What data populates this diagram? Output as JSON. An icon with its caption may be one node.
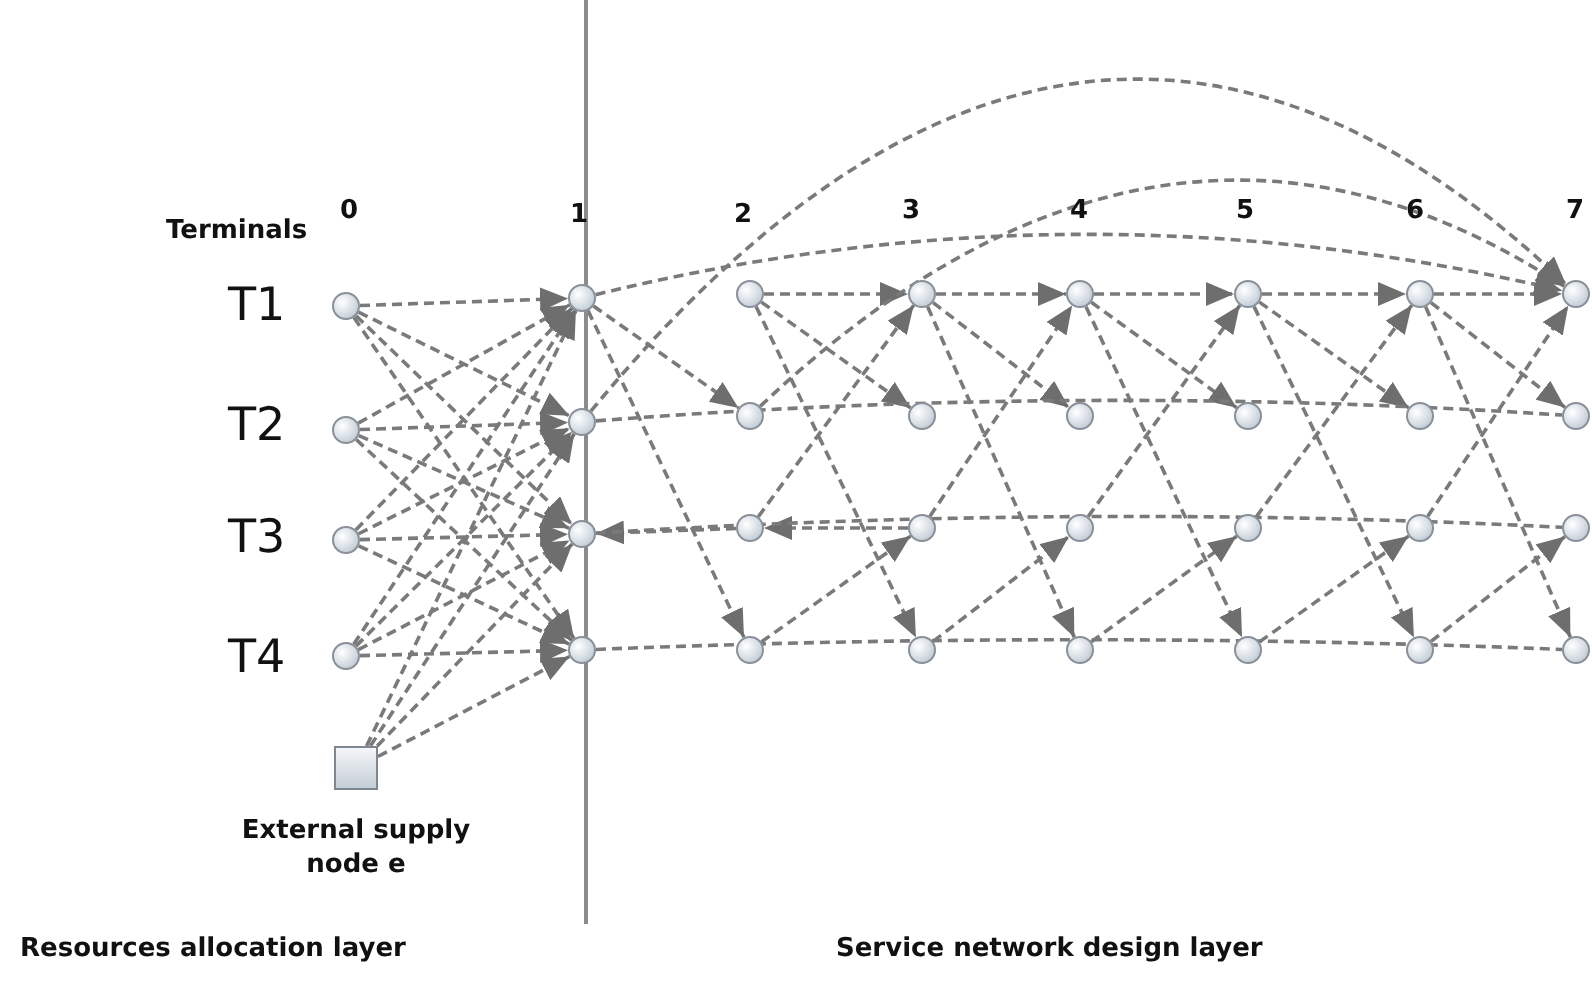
{
  "diagram": {
    "nodes": [
      {
        "text": [],
        "shape": "circle"
      },
      {
        "text": [],
        "shape": "circle"
      },
      {
        "text": [],
        "shape": "circle"
      },
      {
        "text": [],
        "shape": "circle"
      },
      {
        "text": [],
        "shape": "circle"
      },
      {
        "text": [],
        "shape": "circle"
      },
      {
        "text": [],
        "shape": "circle"
      },
      {
        "text": [],
        "shape": "circle"
      },
      {
        "text": [],
        "shape": "circle"
      },
      {
        "text": [],
        "shape": "circle"
      },
      {
        "text": [],
        "shape": "circle"
      },
      {
        "text": [],
        "shape": "circle"
      },
      {
        "text": [],
        "shape": "circle"
      },
      {
        "text": [],
        "shape": "circle"
      },
      {
        "text": [],
        "shape": "circle"
      },
      {
        "text": [],
        "shape": "circle"
      },
      {
        "text": [],
        "shape": "circle"
      },
      {
        "text": [],
        "shape": "circle"
      },
      {
        "text": [],
        "shape": "circle"
      },
      {
        "text": [],
        "shape": "circle"
      },
      {
        "text": [],
        "shape": "circle"
      },
      {
        "text": [],
        "shape": "circle"
      },
      {
        "text": [],
        "shape": "circle"
      },
      {
        "text": [],
        "shape": "circle"
      },
      {
        "text": [],
        "shape": "circle"
      },
      {
        "text": [],
        "shape": "circle"
      },
      {
        "text": [],
        "shape": "circle"
      },
      {
        "text": [],
        "shape": "circle"
      },
      {
        "text": [],
        "shape": "circle"
      },
      {
        "text": [],
        "shape": "circle"
      },
      {
        "text": [],
        "shape": "circle"
      },
      {
        "text": [],
        "shape": "circle"
      },
      {
        "text": [],
        "shape": "box",
        "beside": [
          "External supply node e"
        ]
      }
    ],
    "edges": [
      {
        "from": 0,
        "to": 4,
        "arrow": "to"
      },
      {
        "from": 0,
        "to": 5,
        "arrow": "to"
      },
      {
        "from": 0,
        "to": 6,
        "arrow": "to"
      },
      {
        "from": 0,
        "to": 7,
        "arrow": "to"
      },
      {
        "from": 1,
        "to": 4,
        "arrow": "to"
      },
      {
        "from": 1,
        "to": 5,
        "arrow": "to"
      },
      {
        "from": 1,
        "to": 6,
        "arrow": "to"
      },
      {
        "from": 1,
        "to": 7,
        "arrow": "to"
      },
      {
        "from": 2,
        "to": 4,
        "arrow": "to"
      },
      {
        "from": 2,
        "to": 5,
        "arrow": "to"
      },
      {
        "from": 2,
        "to": 6,
        "arrow": "to"
      },
      {
        "from": 2,
        "to": 7,
        "arrow": "to"
      },
      {
        "from": 3,
        "to": 4,
        "arrow": "to"
      },
      {
        "from": 3,
        "to": 5,
        "arrow": "to"
      },
      {
        "from": 3,
        "to": 6,
        "arrow": "to"
      },
      {
        "from": 3,
        "to": 7,
        "arrow": "to"
      },
      {
        "from": 32,
        "to": 4,
        "arrow": "to"
      },
      {
        "from": 32,
        "to": 5,
        "arrow": "to"
      },
      {
        "from": 32,
        "to": 6,
        "arrow": "to"
      },
      {
        "from": 32,
        "to": 7,
        "arrow": "to"
      },
      {
        "from": 8,
        "to": 12,
        "arrow": "to"
      },
      {
        "from": 12,
        "to": 16,
        "arrow": "to"
      },
      {
        "from": 16,
        "to": 20,
        "arrow": "to"
      },
      {
        "from": 20,
        "to": 24,
        "arrow": "to"
      },
      {
        "from": 24,
        "to": 28,
        "arrow": "to"
      },
      {
        "from": 4,
        "to": 28,
        "arrow": "to"
      },
      {
        "from": 5,
        "to": 28,
        "arrow": "to"
      },
      {
        "from": 9,
        "to": 28,
        "arrow": "to"
      },
      {
        "from": 4,
        "to": 9,
        "arrow": "to"
      },
      {
        "from": 8,
        "to": 13,
        "arrow": "to"
      },
      {
        "from": 12,
        "to": 17,
        "arrow": "to"
      },
      {
        "from": 16,
        "to": 21,
        "arrow": "to"
      },
      {
        "from": 20,
        "to": 25,
        "arrow": "to"
      },
      {
        "from": 24,
        "to": 29,
        "arrow": "to"
      },
      {
        "from": 4,
        "to": 11,
        "arrow": "to"
      },
      {
        "from": 8,
        "to": 15,
        "arrow": "to"
      },
      {
        "from": 12,
        "to": 19,
        "arrow": "to"
      },
      {
        "from": 16,
        "to": 23,
        "arrow": "to"
      },
      {
        "from": 20,
        "to": 27,
        "arrow": "to"
      },
      {
        "from": 24,
        "to": 31,
        "arrow": "to"
      },
      {
        "from": 10,
        "to": 12,
        "arrow": "to"
      },
      {
        "from": 14,
        "to": 16,
        "arrow": "to"
      },
      {
        "from": 18,
        "to": 20,
        "arrow": "to"
      },
      {
        "from": 22,
        "to": 24,
        "arrow": "to"
      },
      {
        "from": 26,
        "to": 28,
        "arrow": "to"
      },
      {
        "from": 11,
        "to": 14,
        "arrow": "to"
      },
      {
        "from": 15,
        "to": 18,
        "arrow": "to"
      },
      {
        "from": 19,
        "to": 22,
        "arrow": "to"
      },
      {
        "from": 23,
        "to": 26,
        "arrow": "to"
      },
      {
        "from": 27,
        "to": 30,
        "arrow": "to"
      },
      {
        "from": 14,
        "to": 10,
        "arrow": "to"
      },
      {
        "from": 10,
        "to": 6,
        "arrow": "to"
      },
      {
        "from": 5,
        "to": 29,
        "arrow": "none"
      },
      {
        "from": 6,
        "to": 30,
        "arrow": "none"
      },
      {
        "from": 7,
        "to": 31,
        "arrow": "none"
      }
    ],
    "labels": [
      "Terminals",
      "0",
      "1",
      "2",
      "3",
      "4",
      "5",
      "6",
      "7",
      "T1",
      "T2",
      "T3",
      "T4",
      "Resources allocation layer",
      "Service network design layer"
    ]
  }
}
